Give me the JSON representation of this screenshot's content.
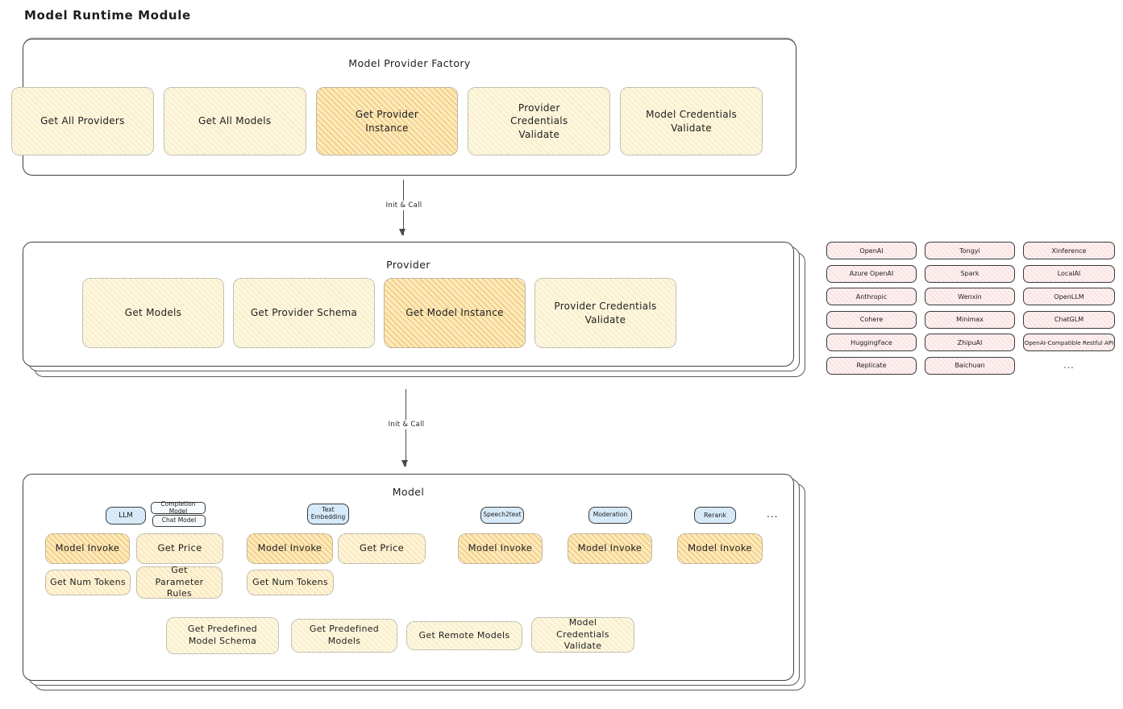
{
  "title": "Model Runtime Module",
  "colors": {
    "button_yellow": "#fdf7e0",
    "button_highlight_orange": "#fcecc2",
    "chip_pink": "#fdf1f1",
    "tag_blue": "#ddeefb",
    "panel_border": "#404040"
  },
  "factory": {
    "title": "Model Provider Factory",
    "buttons": [
      {
        "label": "Get All Providers",
        "highlight": false
      },
      {
        "label": "Get All Models",
        "highlight": false
      },
      {
        "label": "Get Provider Instance",
        "highlight": true
      },
      {
        "label": "Provider Credentials Validate",
        "highlight": false
      },
      {
        "label": "Model Credentials Validate",
        "highlight": false
      }
    ]
  },
  "arrows": [
    {
      "label": "Init & Call"
    },
    {
      "label": "Init & Call"
    }
  ],
  "provider": {
    "title": "Provider",
    "buttons": [
      {
        "label": "Get Models",
        "highlight": false
      },
      {
        "label": "Get Provider Schema",
        "highlight": false
      },
      {
        "label": "Get Model Instance",
        "highlight": true
      },
      {
        "label": "Provider Credentials Validate",
        "highlight": false
      }
    ]
  },
  "providers_list": {
    "columns": [
      [
        "OpenAI",
        "Azure OpenAI",
        "Anthropic",
        "Cohere",
        "HuggingFace",
        "Replicate"
      ],
      [
        "Tongyi",
        "Spark",
        "Wenxin",
        "Minimax",
        "ZhipuAI",
        "Baichuan"
      ],
      [
        "Xinference",
        "LocalAI",
        "OpenLLM",
        "ChatGLM",
        "OpenAI-Compatible Restful API"
      ]
    ],
    "more_label": "..."
  },
  "model": {
    "title": "Model",
    "groups": [
      {
        "tag": "LLM",
        "extra_tags": [
          "Completion Model",
          "Chat Model"
        ],
        "buttons": [
          {
            "label": "Model Invoke",
            "highlight": true
          },
          {
            "label": "Get Price",
            "highlight": false
          },
          {
            "label": "Get Num Tokens",
            "highlight": false
          },
          {
            "label": "Get Parameter Rules",
            "highlight": false
          }
        ]
      },
      {
        "tag": "Text Embedding",
        "buttons": [
          {
            "label": "Model Invoke",
            "highlight": true
          },
          {
            "label": "Get Price",
            "highlight": false
          },
          {
            "label": "Get Num Tokens",
            "highlight": false
          }
        ]
      },
      {
        "tag": "Speech2text",
        "buttons": [
          {
            "label": "Model Invoke",
            "highlight": true
          }
        ]
      },
      {
        "tag": "Moderation",
        "buttons": [
          {
            "label": "Model Invoke",
            "highlight": true
          }
        ]
      },
      {
        "tag": "Rerank",
        "buttons": [
          {
            "label": "Model Invoke",
            "highlight": true
          }
        ]
      }
    ],
    "more_label": "...",
    "bottom_buttons": [
      {
        "label": "Get Predefined Model Schema"
      },
      {
        "label": "Get Predefined Models"
      },
      {
        "label": "Get Remote Models"
      },
      {
        "label": "Model Credentials Validate"
      }
    ]
  }
}
